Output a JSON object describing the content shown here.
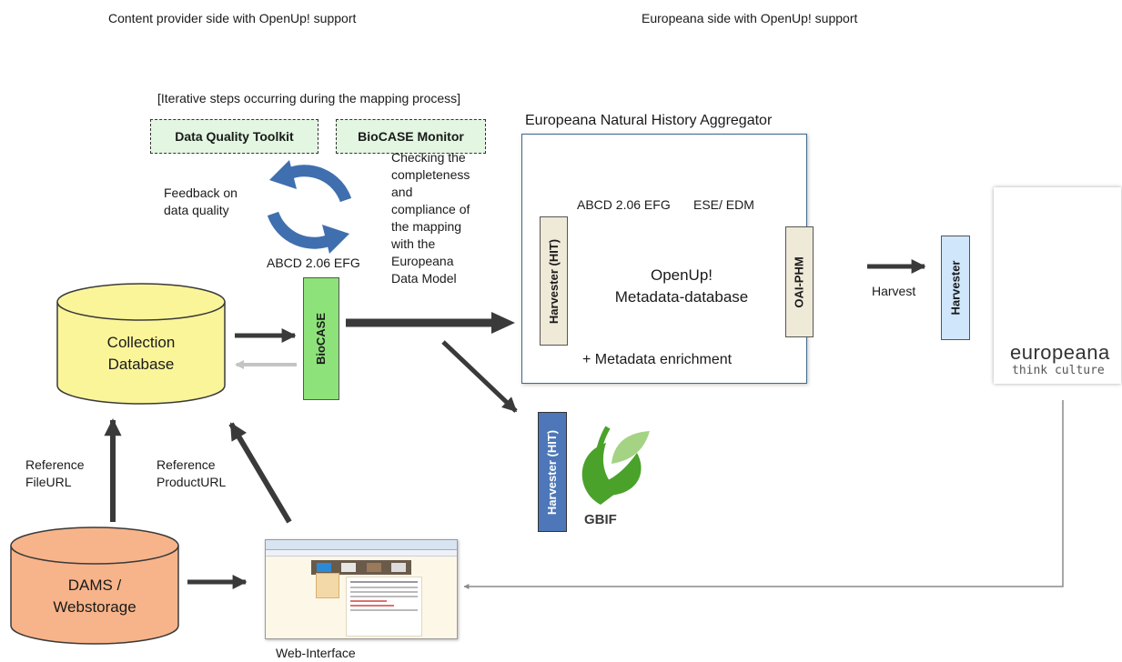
{
  "headers": {
    "left": "Content provider side with OpenUp! support",
    "right": "Europeana side with OpenUp! support"
  },
  "iterative_note": "[Iterative steps occurring during the mapping process]",
  "tools": {
    "quality_toolkit": "Data Quality Toolkit",
    "biocase_monitor": "BioCASE Monitor"
  },
  "feedback": {
    "line1": "Feedback on",
    "line2": "data quality"
  },
  "abcd_left": "ABCD 2.06 EFG",
  "checking": [
    "Checking the",
    "completeness",
    "and",
    "compliance of",
    "the mapping",
    "with the",
    "Europeana",
    "Data Model"
  ],
  "aggregator": {
    "title": "Europeana Natural History Aggregator",
    "source_format": "ABCD 2.06 EFG",
    "target_format": "ESE/ EDM",
    "harvester_left": "Harvester (HIT)",
    "db_line1": "OpenUp!",
    "db_line2": "Metadata-database",
    "oai": "OAI-PHM",
    "enrichment": "+ Metadata enrichment"
  },
  "biocase": "BioCASE",
  "collection_db": {
    "line1": "Collection",
    "line2": "Database"
  },
  "dams": {
    "line1": "DAMS /",
    "line2": "Webstorage"
  },
  "reference_file": {
    "line1": "Reference",
    "line2": "FileURL"
  },
  "reference_product": {
    "line1": "Reference",
    "line2": "ProductURL"
  },
  "web_interface": "Web-Interface",
  "gbif": {
    "harvester": "Harvester (HIT)",
    "name": "GBIF"
  },
  "harvest_label": "Harvest",
  "europeana_harvester": "Harvester",
  "europeana_logo": {
    "name": "europeana",
    "tagline": "think culture"
  },
  "colors": {
    "green_box": "#8ee27a",
    "cylinder_yellow": "#fbf59a",
    "cylinder_orange": "#f7b48a",
    "cylinder_tan": "#e6cbb2",
    "harvester_tan": "#efe9d8",
    "harvester_blue": "#cfe6fb",
    "gbif_blue": "#4d77b8",
    "refresh_blue": "#3f6fae",
    "arrow_dark": "#3a3a3a"
  }
}
